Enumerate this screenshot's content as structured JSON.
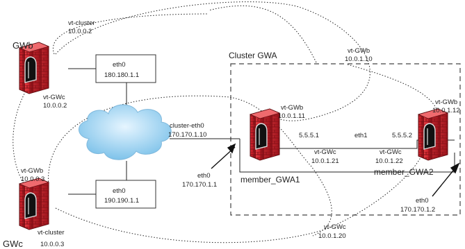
{
  "gateways": {
    "gwb": {
      "name": "GWb"
    },
    "gwc": {
      "name": "GWc"
    }
  },
  "gwb_vt_cluster": {
    "name": "vt-cluster",
    "ip": "10.0.0.2"
  },
  "gwb_vt_gwc": {
    "name": "vt-GWc",
    "ip": "10.0.0.2"
  },
  "gwb_eth0": {
    "name": "eth0",
    "ip": "180.180.1.1"
  },
  "gwc_vt_gwb": {
    "name": "vt-GWb",
    "ip": "10.0.0.3"
  },
  "gwc_vt_cluster": {
    "name": "vt-cluster",
    "ip": "10.0.0.3"
  },
  "gwc_eth0": {
    "name": "eth0",
    "ip": "190.190.1.1"
  },
  "cluster": {
    "title": "Cluster GWA",
    "cluster_eth0": {
      "name": "cluster-eth0",
      "ip": "170.170.1.10"
    },
    "top_vt_gwb": {
      "name": "vt-GWb",
      "ip": "10.0.1.10"
    },
    "bottom_vt_gwc": {
      "name": "vt-GWc",
      "ip": "10.0.1.20"
    },
    "eth1": "eth1",
    "member1": {
      "name": "member_GWA1",
      "sync_ip": "5.5.5.1",
      "vt_gwb": {
        "name": "vt-GWb",
        "ip": "10.0.1.11"
      },
      "vt_gwc": {
        "name": "vt-GWc",
        "ip": "10.0.1.21"
      },
      "eth0": {
        "name": "eth0",
        "ip": "170.170.1.1"
      }
    },
    "member2": {
      "name": "member_GWA2",
      "sync_ip": "5.5.5.2",
      "vt_gwb": {
        "name": "vt-GWb",
        "ip": "10.0.1.12"
      },
      "vt_gwc": {
        "name": "vt-GWc",
        "ip": "10.0.1.22"
      },
      "eth0": {
        "name": "eth0",
        "ip": "170.170.1.2"
      }
    }
  },
  "colors": {
    "firewall": "#c8202a",
    "firewall_dark": "#8e1219",
    "cloud": "#bfe3f8",
    "line": "#222222"
  }
}
